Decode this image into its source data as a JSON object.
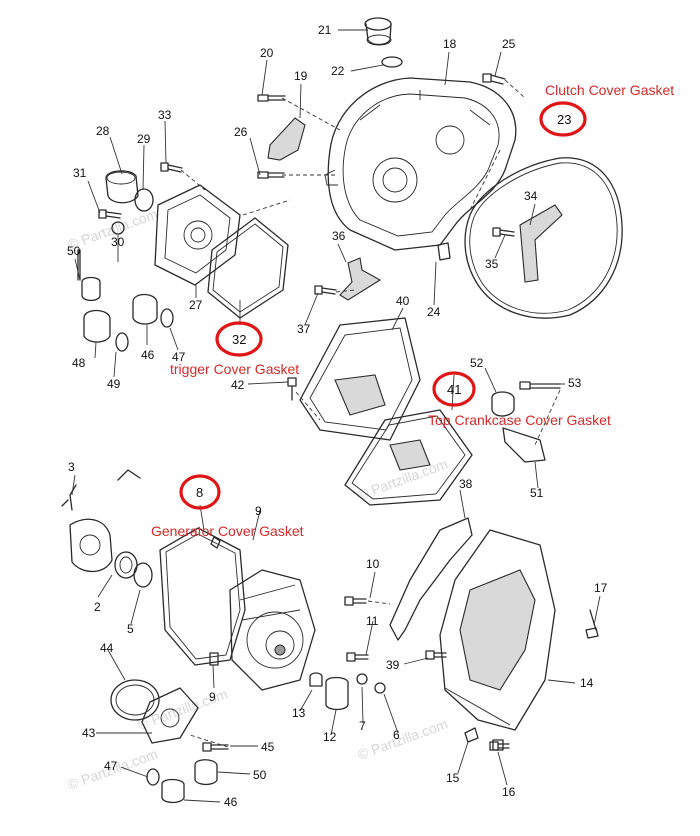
{
  "annotations": {
    "clutch": "Clutch Cover Gasket",
    "trigger": "trigger Cover Gasket",
    "crankcase": "Top Crankcase Cover Gasket",
    "generator": "Generator Cover Gasket"
  },
  "circled_parts": {
    "clutch_gasket": "23",
    "trigger_gasket": "32",
    "crankcase_gasket": "41",
    "generator_gasket": "8"
  },
  "part_numbers": {
    "p2": "2",
    "p3": "3",
    "p5": "5",
    "p6": "6",
    "p7": "7",
    "p9a": "9",
    "p9b": "9",
    "p10": "10",
    "p11": "11",
    "p12": "12",
    "p13": "13",
    "p14": "14",
    "p15": "15",
    "p16": "16",
    "p17": "17",
    "p18": "18",
    "p19": "19",
    "p20": "20",
    "p21": "21",
    "p22": "22",
    "p24": "24",
    "p25": "25",
    "p26": "26",
    "p27": "27",
    "p28": "28",
    "p29": "29",
    "p30": "30",
    "p31": "31",
    "p33": "33",
    "p34": "34",
    "p35": "35",
    "p36": "36",
    "p37": "37",
    "p38": "38",
    "p39": "39",
    "p40": "40",
    "p42": "42",
    "p43": "43",
    "p44": "44",
    "p45": "45",
    "p46a": "46",
    "p46b": "46",
    "p47a": "47",
    "p47b": "47",
    "p48": "48",
    "p49": "49",
    "p50a": "50",
    "p50b": "50",
    "p51": "51",
    "p52": "52",
    "p53": "53"
  },
  "watermark": "© Partzilla.com"
}
